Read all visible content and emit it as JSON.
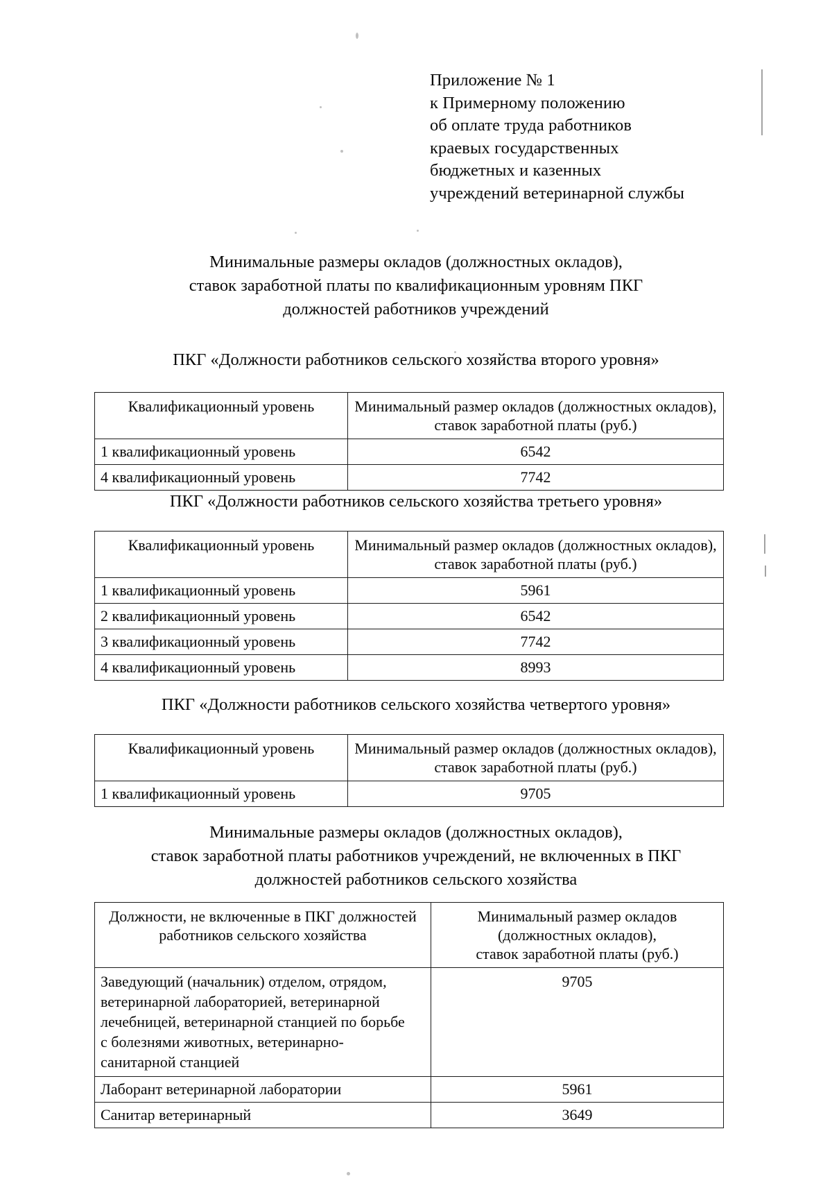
{
  "header": {
    "lines": [
      "Приложение № 1",
      "к Примерному положению",
      "об оплате труда работников",
      "краевых государственных",
      "бюджетных и казенных",
      "учреждений ветеринарной службы"
    ]
  },
  "title_1": {
    "lines": [
      "Минимальные размеры окладов (должностных окладов),",
      "ставок заработной платы по квалификационным уровням ПКГ",
      "должностей работников учреждений"
    ]
  },
  "title_2": {
    "lines": [
      "Минимальные размеры окладов (должностных окладов),",
      "ставок заработной платы работников учреждений, не включенных в ПКГ",
      "должностей работников сельского хозяйства"
    ]
  },
  "sections": [
    {
      "heading": "ПКГ «Должности работников сельского хозяйства второго уровня»",
      "columns": [
        "Квалификационный уровень",
        "Минимальный размер окладов (должностных окладов), ставок заработной платы (руб.)"
      ],
      "column_right_lines": [
        "Минимальный размер окладов (должностных окладов),",
        "ставок заработной платы (руб.)"
      ],
      "rows": [
        {
          "level": "1 квалификационный уровень",
          "amount": "6542"
        },
        {
          "level": "4 квалификационный уровень",
          "amount": "7742"
        }
      ]
    },
    {
      "heading": "ПКГ «Должности работников сельского хозяйства третьего уровня»",
      "columns": [
        "Квалификационный уровень",
        "Минимальный размер окладов (должностных окладов), ставок заработной платы (руб.)"
      ],
      "column_right_lines": [
        "Минимальный размер окладов (должностных окладов),",
        "ставок заработной платы (руб.)"
      ],
      "rows": [
        {
          "level": "1 квалификационный уровень",
          "amount": "5961"
        },
        {
          "level": "2 квалификационный уровень",
          "amount": "6542"
        },
        {
          "level": "3 квалификационный уровень",
          "amount": "7742"
        },
        {
          "level": "4 квалификационный уровень",
          "amount": "8993"
        }
      ]
    },
    {
      "heading": "ПКГ «Должности работников сельского хозяйства четвертого уровня»",
      "columns": [
        "Квалификационный уровень",
        "Минимальный размер окладов (должностных окладов), ставок заработной платы (руб.)"
      ],
      "column_right_lines": [
        "Минимальный размер окладов (должностных окладов),",
        "ставок заработной платы (руб.)"
      ],
      "rows": [
        {
          "level": "1 квалификационный уровень",
          "amount": "9705"
        }
      ]
    }
  ],
  "table_positions": {
    "columns_left_lines": [
      "Должности, не включенные в ПКГ должностей",
      "работников сельского хозяйства"
    ],
    "columns_right_lines": [
      "Минимальный размер окладов",
      "(должностных окладов),",
      "ставок заработной платы (руб.)"
    ],
    "rows": [
      {
        "position_lines": [
          "Заведующий (начальник) отделом, отрядом,",
          "ветеринарной лабораторией, ветеринарной",
          "лечебницей, ветеринарной станцией по борьбе",
          "с болезнями животных, ветеринарно-",
          "санитарной станцией"
        ],
        "amount": "9705"
      },
      {
        "position_lines": [
          "Лаборант ветеринарной лаборатории"
        ],
        "amount": "5961"
      },
      {
        "position_lines": [
          "Санитар ветеринарный"
        ],
        "amount": "3649"
      }
    ]
  }
}
